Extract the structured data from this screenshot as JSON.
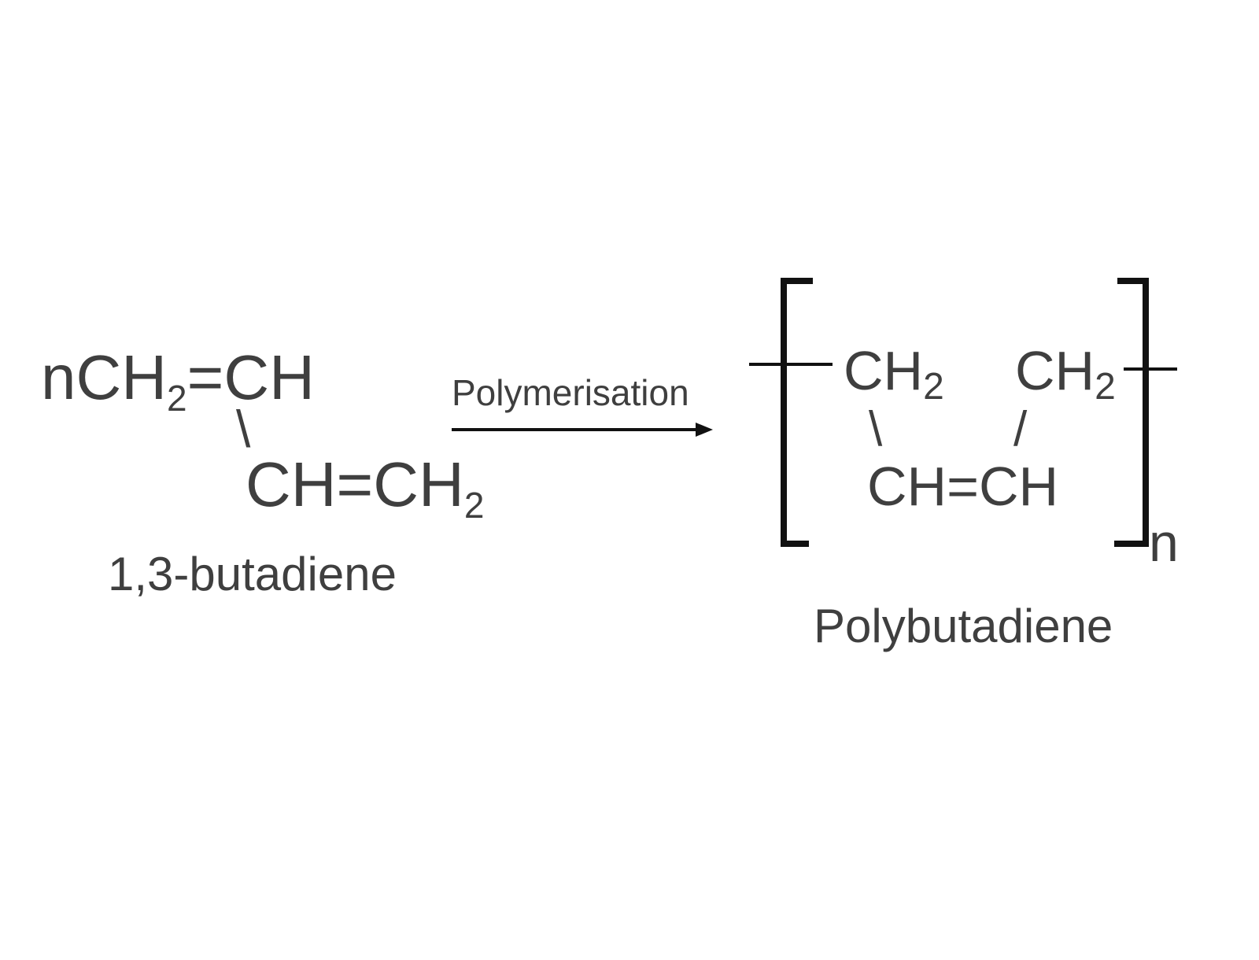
{
  "reactant": {
    "line1_prefix": "nCH",
    "line1_sub": "2",
    "line1_suffix": "=CH",
    "line2_prefix": "CH=CH",
    "line2_sub": "2",
    "bond": "\\",
    "name": "1,3-butadiene"
  },
  "arrow": {
    "label": "Polymerisation"
  },
  "product": {
    "left_ch": "CH",
    "left_sub": "2",
    "right_ch": "CH",
    "right_sub": "2",
    "bond_left": "\\",
    "bond_right": "/",
    "middle": "CH=CH",
    "repeat_subscript": "n",
    "name": "Polybutadiene"
  },
  "colors": {
    "text": "#3f3f3f",
    "lines": "#111111"
  }
}
